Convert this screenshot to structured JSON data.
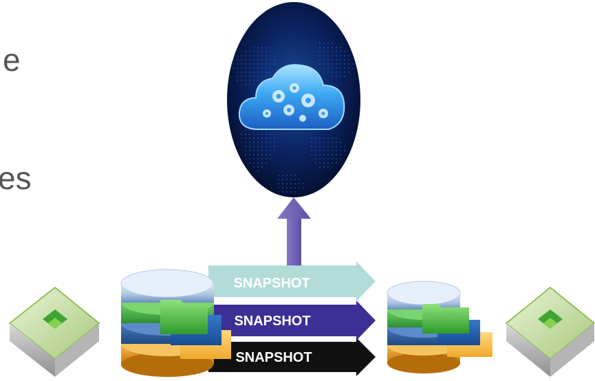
{
  "partial_text": {
    "line1": "e",
    "line2": "es"
  },
  "arrows": [
    {
      "label": "SNAPSHOT",
      "color": "#b3dcd9",
      "text_color": "#ffffff"
    },
    {
      "label": "SNAPSHOT",
      "color": "#3d2f96",
      "text_color": "#ffffff"
    },
    {
      "label": "SNAPSHOT",
      "color": "#111111",
      "text_color": "#ffffff"
    }
  ],
  "upload_arrow_color": "#7466b3",
  "icons": {
    "cloud": "cloud-gears-icon",
    "source_db": "database-stack-icon",
    "target_db": "database-stack-icon",
    "source_appliance": "storage-appliance-icon",
    "target_appliance": "storage-appliance-icon"
  }
}
